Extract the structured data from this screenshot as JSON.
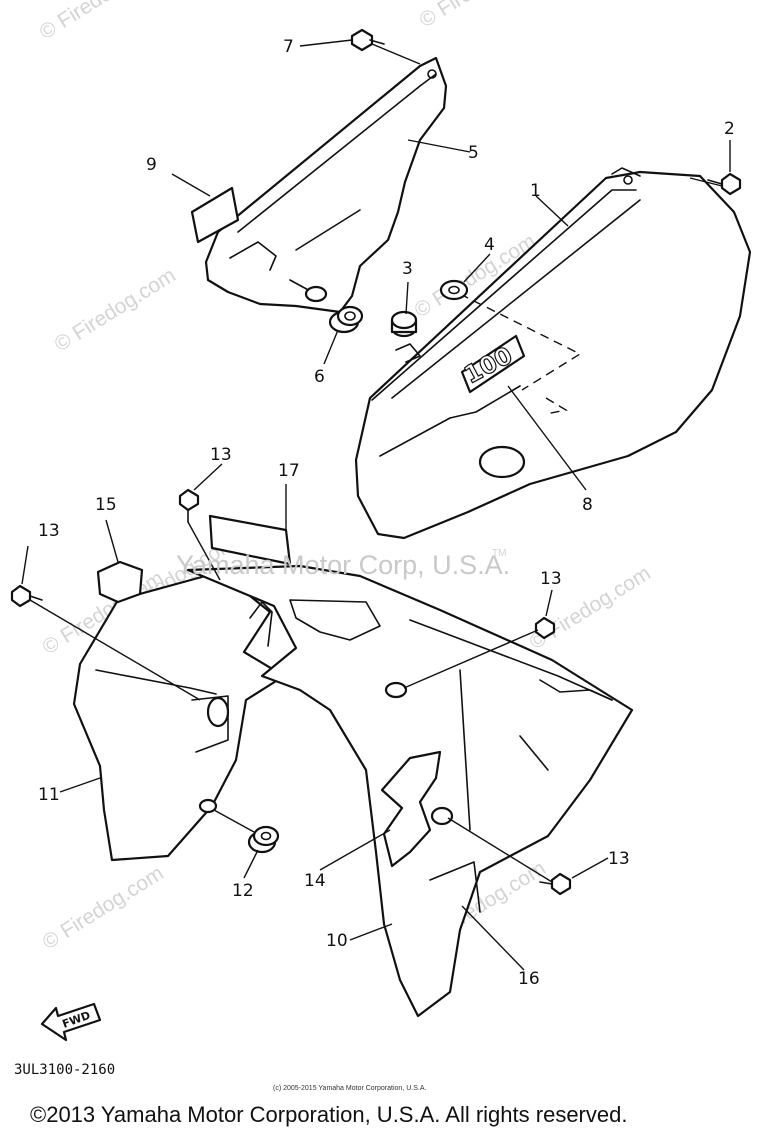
{
  "watermarks": {
    "firedog_vertical": "© Firedog.com",
    "firedog_top": "© Firedog.com",
    "center": "Yamaha Motor Corp, U.S.A.",
    "tm": "TM"
  },
  "callouts": {
    "p1": "1",
    "p2": "2",
    "p3": "3",
    "p4": "4",
    "p5": "5",
    "p6": "6",
    "p7": "7",
    "p8": "8",
    "p9": "9",
    "p10": "10",
    "p11": "11",
    "p12": "12",
    "p13a": "13",
    "p13b": "13",
    "p13c": "13",
    "p13d": "13",
    "p14": "14",
    "p15": "15",
    "p16": "16",
    "p17": "17"
  },
  "badge": "100",
  "fwd": "FWD",
  "diagram_code": "3UL3100-2160",
  "fine_copyright": "(c) 2005-2015 Yamaha Motor Corporation, U.S.A.",
  "copyright": "©2013 Yamaha Motor Corporation, U.S.A. All rights reserved."
}
